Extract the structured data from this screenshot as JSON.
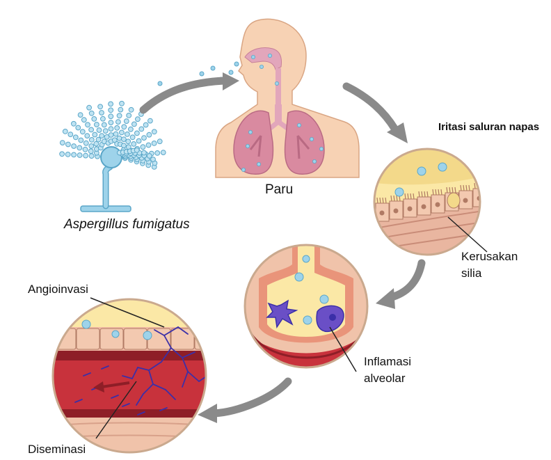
{
  "labels": {
    "organism": "Aspergillus fumigatus",
    "lungs": "Paru",
    "airway_irritation": "Iritasi saluran napas",
    "cilia_damage_line1": "Kerusakan",
    "cilia_damage_line2": "silia",
    "alveolar_inflammation_line1": "Inflamasi",
    "alveolar_inflammation_line2": "alveolar",
    "angioinvasion": "Angioinvasi",
    "dissemination": "Diseminasi"
  },
  "colors": {
    "cycle_arrow": "#8a8a8a",
    "fungus": "#9ed3ea",
    "fungus_outline": "#5aa6c8",
    "skin": "#f7d2b4",
    "lung": "#d98aa0",
    "airway": "#e2a6bb",
    "vessel_red": "#c8323c",
    "macrophage": "#6a4fc6",
    "hyphae": "#3b2fa8",
    "tissue_pink": "#f0b9a4",
    "mucus_yellow": "#fbe8a6"
  }
}
